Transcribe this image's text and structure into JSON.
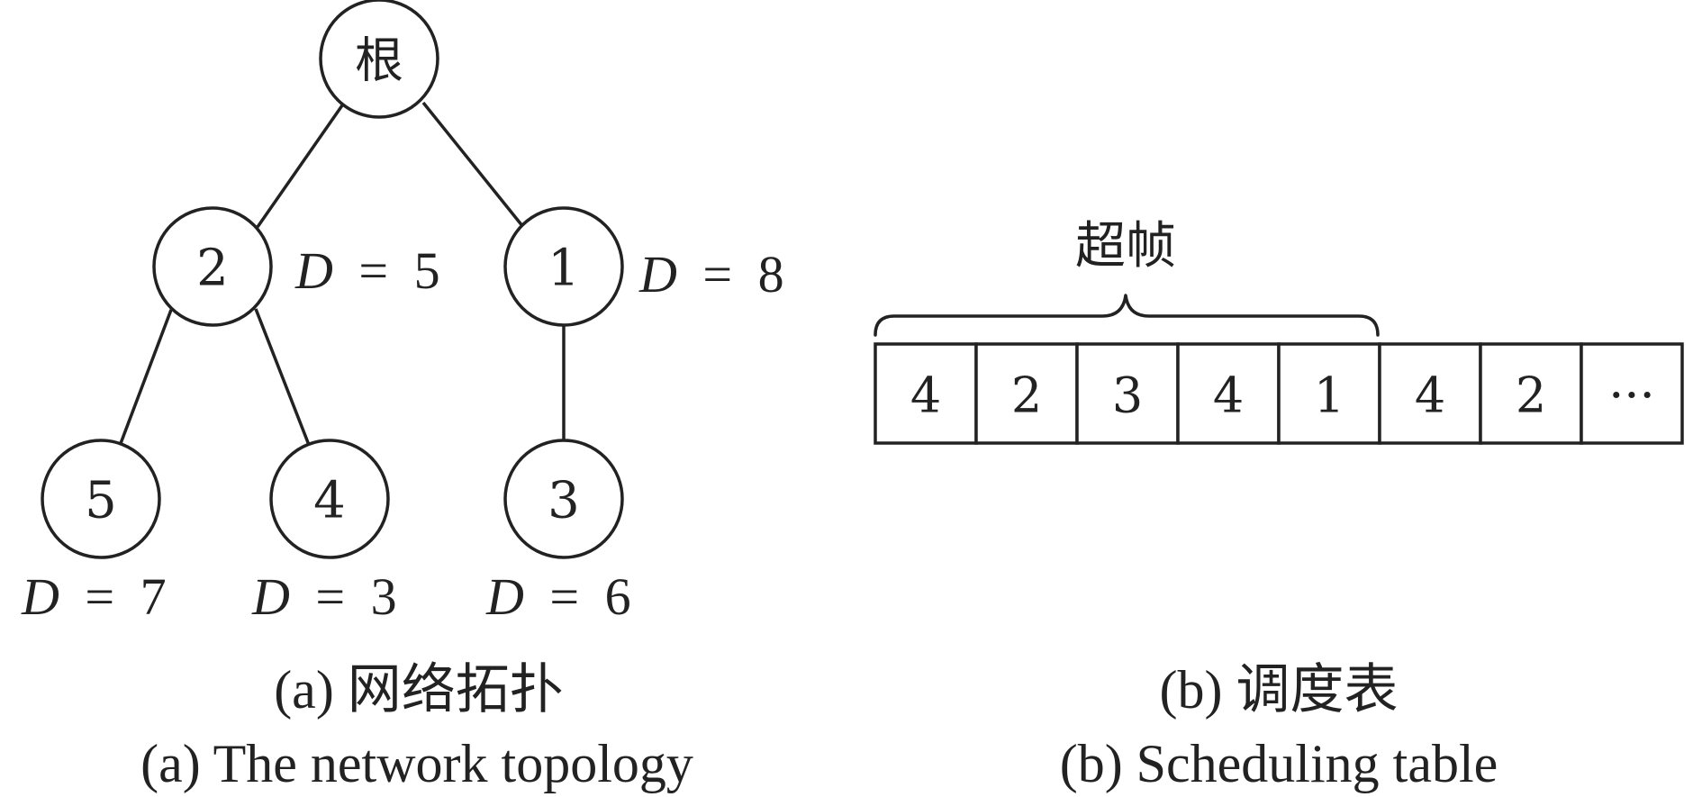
{
  "topology": {
    "root": {
      "id": "root",
      "label": "根"
    },
    "nodes": [
      {
        "id": "n2",
        "label": "2",
        "parent": "root",
        "deadline": {
          "var": "D",
          "value": "5"
        }
      },
      {
        "id": "n1",
        "label": "1",
        "parent": "root",
        "deadline": {
          "var": "D",
          "value": "8"
        }
      },
      {
        "id": "n5",
        "label": "5",
        "parent": "n2",
        "deadline": {
          "var": "D",
          "value": "7"
        }
      },
      {
        "id": "n4",
        "label": "4",
        "parent": "n2",
        "deadline": {
          "var": "D",
          "value": "3"
        }
      },
      {
        "id": "n3",
        "label": "3",
        "parent": "n1",
        "deadline": {
          "var": "D",
          "value": "6"
        }
      }
    ],
    "equals_sign": "=",
    "caption_cn": "(a) 网络拓扑",
    "caption_en": "(a) The network topology"
  },
  "schedule": {
    "superframe_label": "超帧",
    "superframe_length": 5,
    "cells": [
      "4",
      "2",
      "3",
      "4",
      "1",
      "4",
      "2",
      "···"
    ],
    "caption_cn": "(b) 调度表",
    "caption_en": "(b) Scheduling table"
  }
}
